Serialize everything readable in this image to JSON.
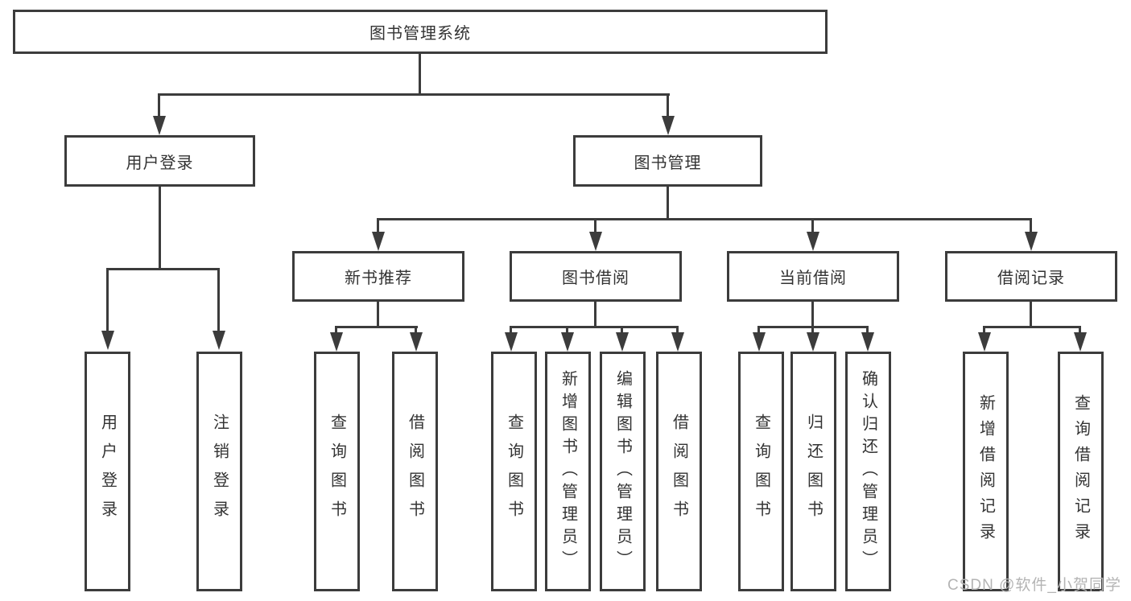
{
  "diagram": {
    "root": {
      "label": "图书管理系统"
    },
    "level2": [
      {
        "label": "用户登录",
        "children": [
          {
            "label": "用户登录"
          },
          {
            "label": "注销登录"
          }
        ]
      },
      {
        "label": "图书管理",
        "children": [
          {
            "label": "新书推荐",
            "children": [
              {
                "label": "查询图书"
              },
              {
                "label": "借阅图书"
              }
            ]
          },
          {
            "label": "图书借阅",
            "children": [
              {
                "label": "查询图书"
              },
              {
                "label": "新增图书（管理员）"
              },
              {
                "label": "编辑图书（管理员）"
              },
              {
                "label": "借阅图书"
              }
            ]
          },
          {
            "label": "当前借阅",
            "children": [
              {
                "label": "查询图书"
              },
              {
                "label": "归还图书"
              },
              {
                "label": "确认归还（管理员）"
              }
            ]
          },
          {
            "label": "借阅记录",
            "children": [
              {
                "label": "新增借阅记录"
              },
              {
                "label": "查询借阅记录"
              }
            ]
          }
        ]
      }
    ]
  },
  "watermark": {
    "text": "CSDN @软件_小贺同学"
  },
  "colors": {
    "line": "#3c3c3c",
    "text": "#333333",
    "watermark": "#b4b4b4",
    "background": "#ffffff"
  }
}
